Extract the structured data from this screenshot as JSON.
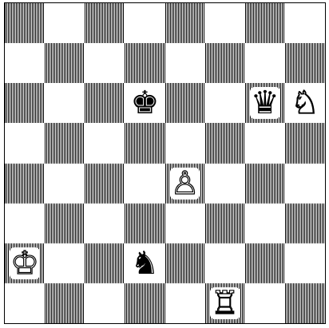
{
  "board": {
    "size": 8,
    "light_color": "#ffffff",
    "dark_color": "#000000",
    "dark_pattern": "vertical-stripes",
    "pieces": [
      {
        "square": "d6",
        "file": 3,
        "rank": 6,
        "color": "black",
        "type": "king",
        "glyph": "♚"
      },
      {
        "square": "g6",
        "file": 6,
        "rank": 6,
        "color": "black",
        "type": "queen",
        "glyph": "♛"
      },
      {
        "square": "h6",
        "file": 7,
        "rank": 6,
        "color": "white",
        "type": "knight",
        "glyph": "♘"
      },
      {
        "square": "e4",
        "file": 4,
        "rank": 4,
        "color": "white",
        "type": "pawn",
        "glyph": "♙"
      },
      {
        "square": "a2",
        "file": 0,
        "rank": 2,
        "color": "white",
        "type": "king",
        "glyph": "♔"
      },
      {
        "square": "d2",
        "file": 3,
        "rank": 2,
        "color": "black",
        "type": "knight",
        "glyph": "♞"
      },
      {
        "square": "f1",
        "file": 5,
        "rank": 1,
        "color": "white",
        "type": "rook",
        "glyph": "♖"
      }
    ]
  }
}
